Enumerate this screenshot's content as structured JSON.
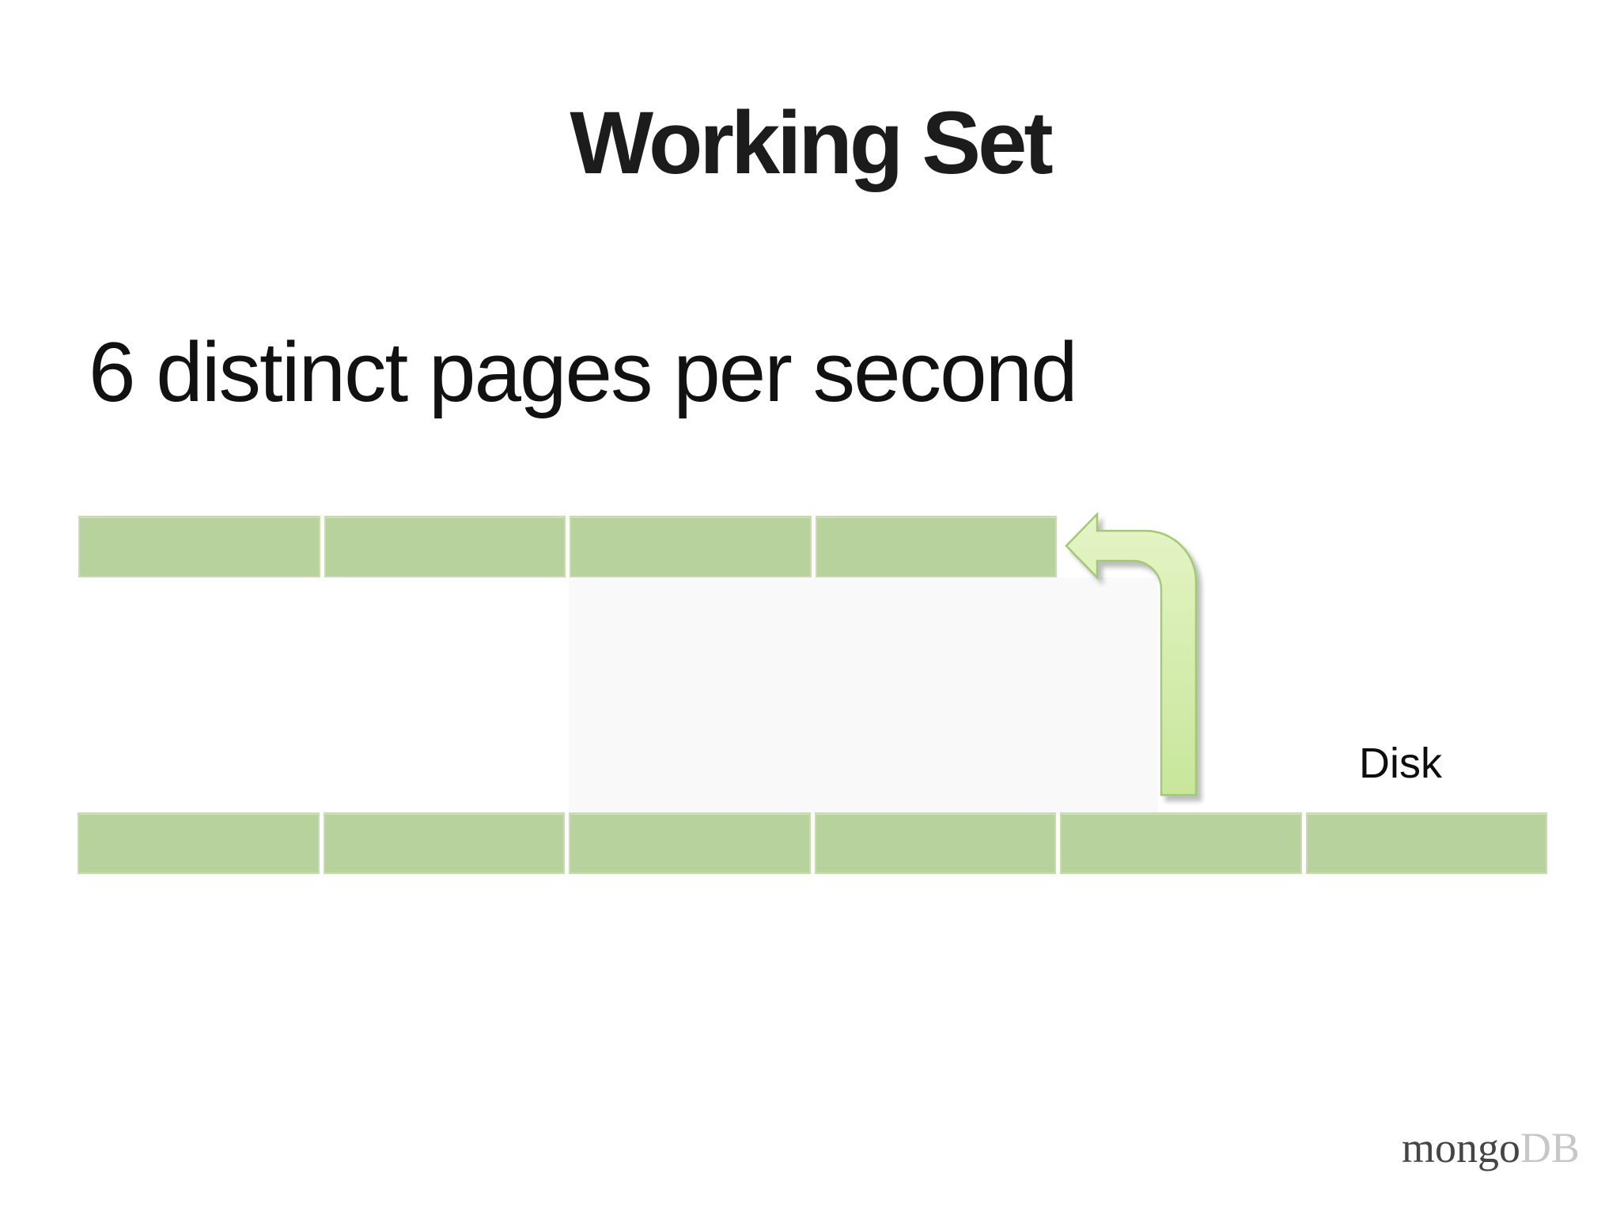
{
  "slide": {
    "title": "Working Set",
    "subtitle": "6 distinct pages per second",
    "disk_label": "Disk",
    "memory_row": {
      "block_count": 4
    },
    "disk_row": {
      "block_count": 6
    },
    "logo": {
      "prefix": "mongo",
      "suffix": "DB"
    },
    "colors": {
      "page_block_green": "#b8d29d",
      "arrow_fill_top": "#e5f4c6",
      "arrow_fill_bottom": "#c8e69b",
      "arrow_outline": "#a2ca73",
      "title_text": "#1c1c1c",
      "logo_mongo": "#454545",
      "logo_db": "#c7c7c7",
      "faint_panel": "#f9f9f9"
    }
  }
}
